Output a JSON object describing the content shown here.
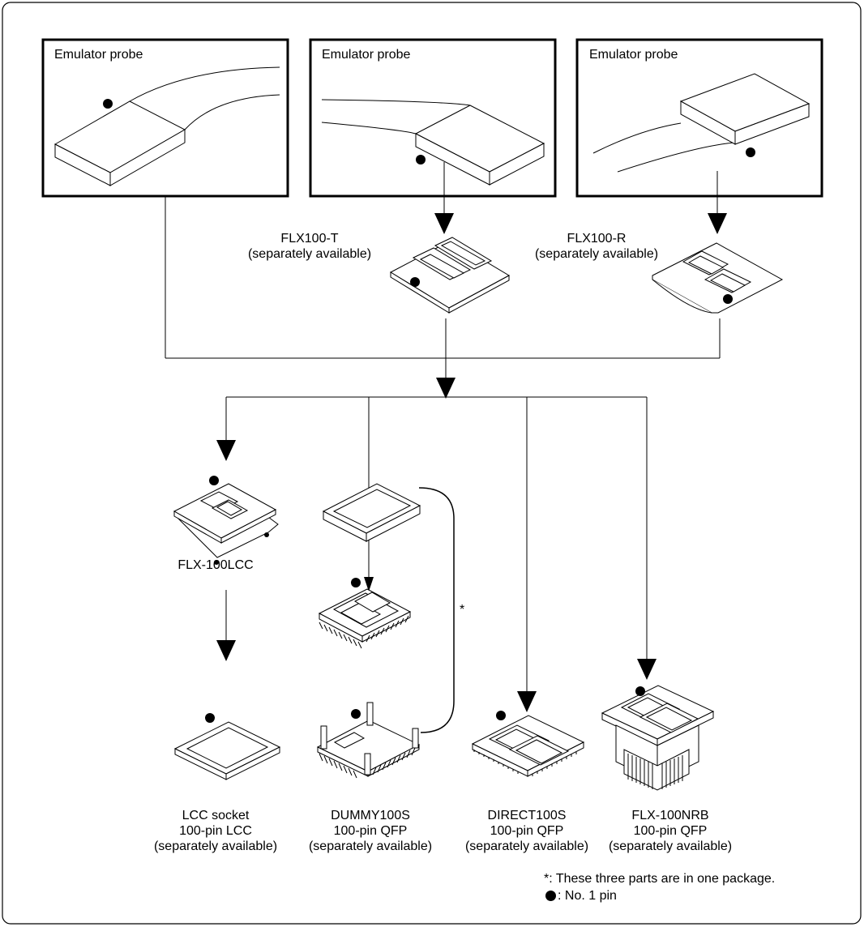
{
  "probes": [
    {
      "title": "Emulator probe"
    },
    {
      "title": "Emulator probe"
    },
    {
      "title": "Emulator probe"
    }
  ],
  "adapters": [
    {
      "name": "FLX100-T",
      "note": "(separately available)"
    },
    {
      "name": "FLX100-R",
      "note": "(separately available)"
    }
  ],
  "flx100lcc": {
    "name": "FLX-100LCC"
  },
  "parts": [
    {
      "name": "LCC socket",
      "package": "100-pin LCC",
      "note": "(separately available)"
    },
    {
      "name": "DUMMY100S",
      "package": "100-pin QFP",
      "note": "(separately available)"
    },
    {
      "name": "DIRECT100S",
      "package": "100-pin QFP",
      "note": "(separately available)"
    },
    {
      "name": "FLX-100NRB",
      "package": "100-pin QFP",
      "note": "(separately available)"
    }
  ],
  "bracket_mark": "*",
  "notes": {
    "package_note": "*: These three parts are in one package.",
    "pin_note": ": No. 1 pin"
  }
}
